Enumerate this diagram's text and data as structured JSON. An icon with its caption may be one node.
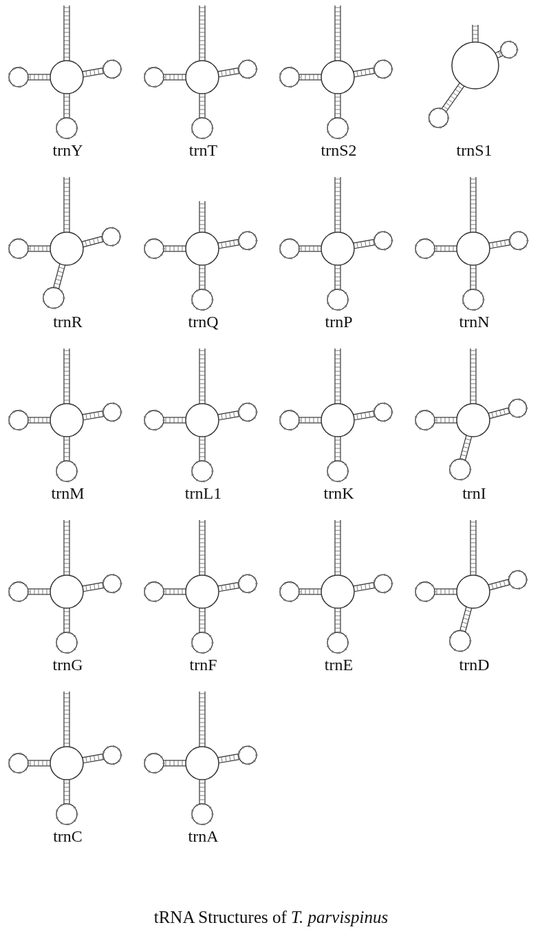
{
  "diagram": {
    "caption": "tRNA Structures of *T. parvispinus*",
    "labels": [
      "trnY",
      "trnT",
      "trnS2",
      "trnS1",
      "trnR",
      "trnQ",
      "trnP",
      "trnN",
      "trnM",
      "trnL1",
      "trnK",
      "trnI",
      "trnG",
      "trnF",
      "trnE",
      "trnD",
      "trnC",
      "trnA"
    ]
  }
}
